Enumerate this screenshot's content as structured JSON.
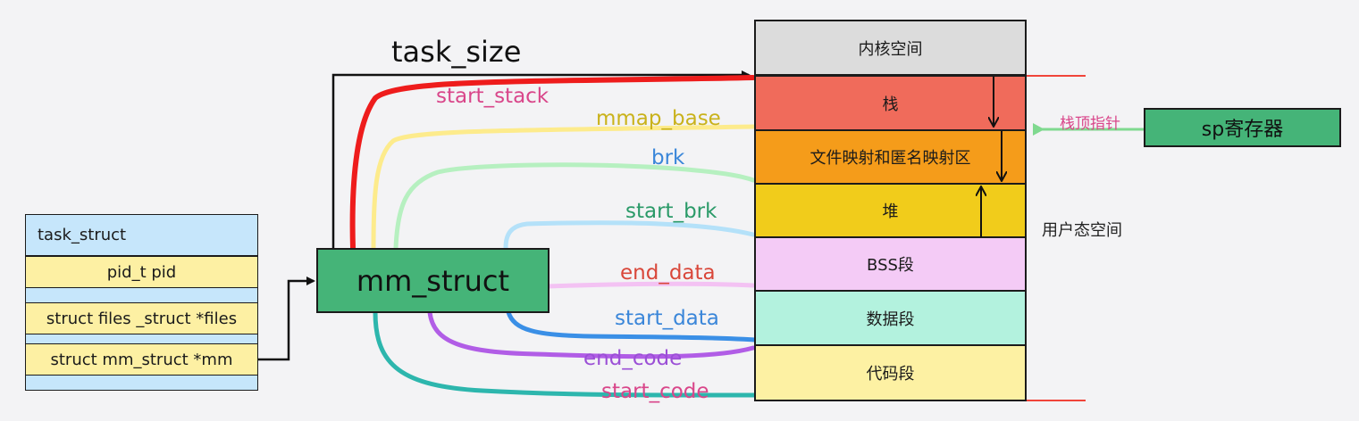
{
  "task_struct": {
    "title": "task_struct",
    "fields": [
      "pid_t pid",
      "struct files _struct *files",
      "struct mm_struct *mm"
    ]
  },
  "mm_struct": {
    "label": "mm_struct"
  },
  "labels": {
    "task_size": "task_size",
    "start_stack": "start_stack",
    "mmap_base": "mmap_base",
    "brk": "brk",
    "start_brk": "start_brk",
    "end_data": "end_data",
    "start_data": "start_data",
    "end_code": "end_code",
    "start_code": "start_code"
  },
  "memory": {
    "kernel": "内核空间",
    "stack": "栈",
    "mmap": "文件映射和匿名映射区",
    "heap": "堆",
    "bss": "BSS段",
    "data": "数据段",
    "code": "代码段",
    "user_space": "用户态空间"
  },
  "sp": {
    "register": "sp寄存器",
    "arrow_label": "栈顶指针"
  },
  "colors": {
    "kernel": "#dcdcdc",
    "stack": "#f06b5b",
    "mmap": "#f59c1a",
    "heap": "#f1cc1b",
    "bss": "#f4cbf6",
    "data": "#b3f2de",
    "code": "#fdf1a3",
    "mm_struct": "#45b478",
    "task_title": "#c6e6fb",
    "task_field": "#fdf0a3",
    "start_stack": "#ee1c1c",
    "mmap_base": "#fdeb8c",
    "brk": "#b6f0c0",
    "start_brk": "#b4e1f9",
    "end_data": "#f3c2f3",
    "start_data": "#3a8fe6",
    "end_code": "#b15de6",
    "start_code": "#2db6ad",
    "sp_arrow": "#7fd98f"
  }
}
